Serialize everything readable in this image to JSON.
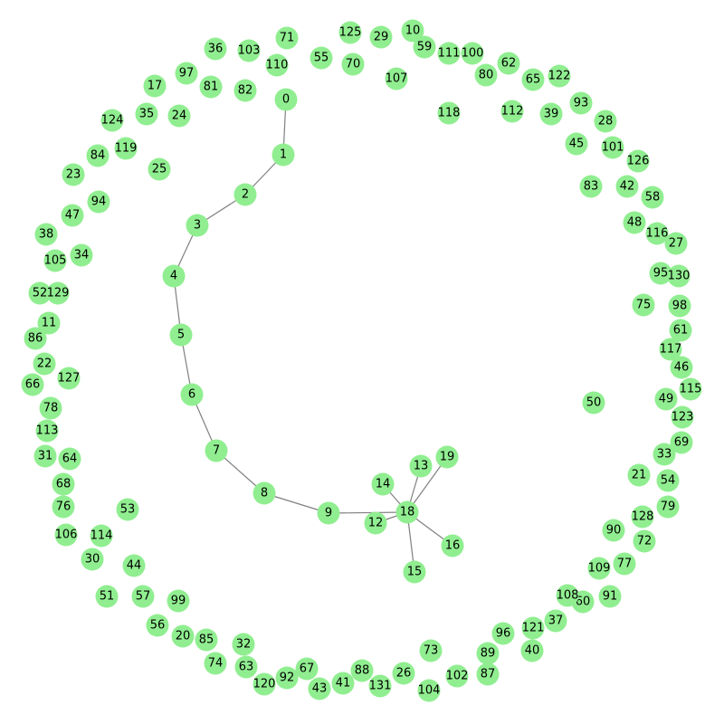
{
  "graph": {
    "colors": {
      "node": "#90ee90",
      "edge": "#808080",
      "label": "#000000",
      "background": "#ffffff"
    },
    "nodes": [
      "0",
      "1",
      "2",
      "3",
      "4",
      "5",
      "6",
      "7",
      "8",
      "9",
      "10",
      "11",
      "12",
      "13",
      "14",
      "15",
      "16",
      "17",
      "18",
      "19",
      "20",
      "21",
      "22",
      "23",
      "24",
      "25",
      "26",
      "27",
      "28",
      "29",
      "30",
      "31",
      "32",
      "33",
      "34",
      "35",
      "36",
      "37",
      "38",
      "39",
      "40",
      "41",
      "42",
      "43",
      "44",
      "45",
      "46",
      "47",
      "48",
      "49",
      "50",
      "51",
      "52",
      "53",
      "54",
      "55",
      "56",
      "57",
      "58",
      "59",
      "60",
      "61",
      "62",
      "63",
      "64",
      "65",
      "66",
      "67",
      "68",
      "69",
      "70",
      "71",
      "72",
      "73",
      "74",
      "75",
      "76",
      "77",
      "78",
      "79",
      "80",
      "81",
      "82",
      "83",
      "84",
      "85",
      "86",
      "87",
      "88",
      "89",
      "90",
      "91",
      "92",
      "93",
      "94",
      "95",
      "96",
      "97",
      "98",
      "99",
      "100",
      "101",
      "102",
      "103",
      "104",
      "105",
      "106",
      "107",
      "108",
      "109",
      "110",
      "111",
      "112",
      "113",
      "114",
      "115",
      "116",
      "117",
      "118",
      "119",
      "120",
      "121",
      "122",
      "123",
      "124",
      "125",
      "126",
      "127",
      "128",
      "129",
      "130",
      "131"
    ],
    "edges": [
      [
        "0",
        "1"
      ],
      [
        "1",
        "2"
      ],
      [
        "2",
        "3"
      ],
      [
        "3",
        "4"
      ],
      [
        "4",
        "5"
      ],
      [
        "5",
        "6"
      ],
      [
        "6",
        "7"
      ],
      [
        "7",
        "8"
      ],
      [
        "8",
        "9"
      ],
      [
        "9",
        "18"
      ],
      [
        "12",
        "18"
      ],
      [
        "13",
        "18"
      ],
      [
        "14",
        "18"
      ],
      [
        "15",
        "18"
      ],
      [
        "16",
        "18"
      ],
      [
        "18",
        "19"
      ]
    ]
  }
}
